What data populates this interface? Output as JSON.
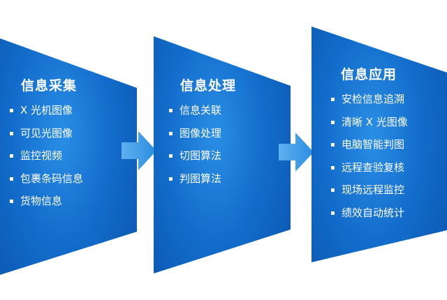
{
  "stages": [
    {
      "title": "信息采集",
      "items": [
        "X 光机图像",
        "可见光图像",
        "监控视频",
        "包裹条码信息",
        "货物信息"
      ]
    },
    {
      "title": "信息处理",
      "items": [
        "信息关联",
        "图像处理",
        "切图算法",
        "判图算法"
      ]
    },
    {
      "title": "信息应用",
      "items": [
        "安检信息追溯",
        "清晰 X 光图像",
        "电脑智能判图",
        "远程查验复核",
        "现场远程监控",
        "绩效自动统计"
      ]
    }
  ],
  "colors": {
    "panel_dark": "#0a53ab",
    "panel_light": "#2a8ee6",
    "arrow": "#2b8de0",
    "text": "#ffffff"
  }
}
